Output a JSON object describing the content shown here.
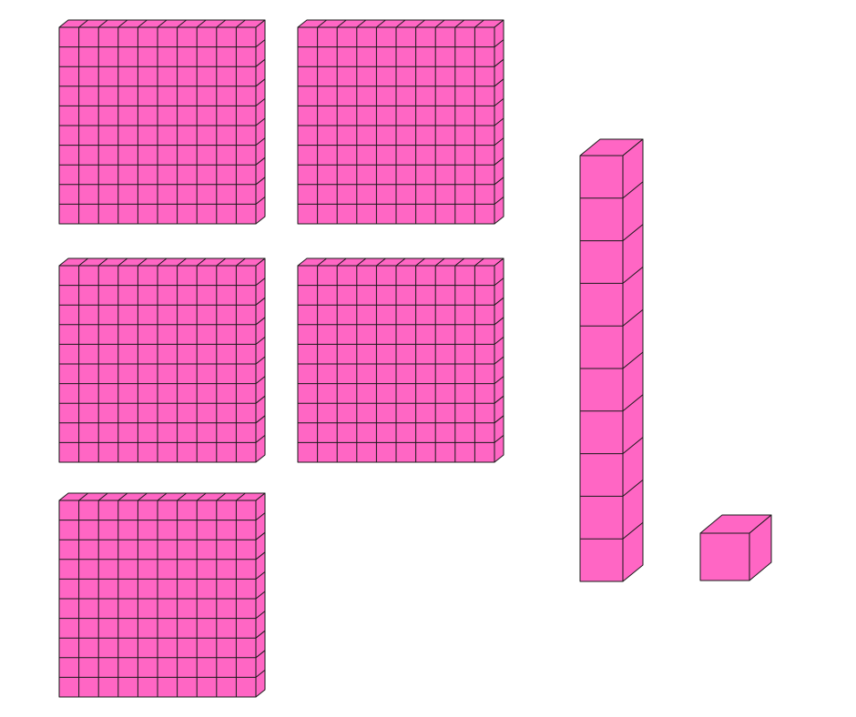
{
  "colors": {
    "block_face": "#ff66c4",
    "block_edge": "#1a1a1a",
    "background": "#ffffff"
  },
  "blocks": {
    "hundreds": {
      "count": 5,
      "grid": 10
    },
    "tens": {
      "count": 1,
      "units_per_rod": 10
    },
    "ones": {
      "count": 1
    }
  }
}
